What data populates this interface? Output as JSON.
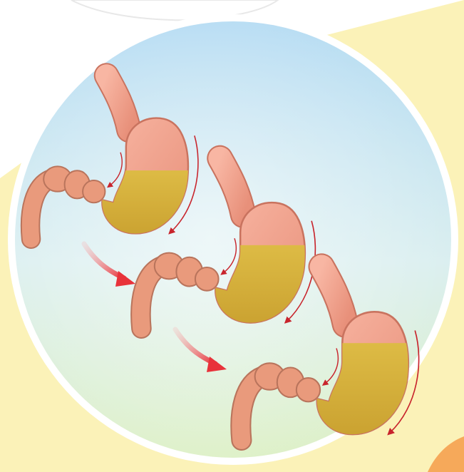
{
  "colors": {
    "background": "#ffffff",
    "yellow_band": "#fbf2b8",
    "circle_top": "#b6dcf3",
    "circle_mid": "#dbeff0",
    "circle_bottom": "#ddf0c6",
    "circle_rim": "#ffffff",
    "stomach_wall": "#f3a58f",
    "stomach_outline": "#c9735f",
    "chyme": "#d8b43c",
    "intestine": "#e99a7c",
    "progress_arrow": "#e8323a",
    "peristalsis_arrow": "#c8242c",
    "corner_accent": "#f6a95a"
  },
  "icons": {
    "stages": [
      "stomach-stage-1-icon",
      "stomach-stage-2-icon",
      "stomach-stage-3-icon"
    ],
    "transitions": [
      "progress-arrow-icon",
      "progress-arrow-icon"
    ]
  },
  "stages": [
    {
      "stage": 1,
      "chyme_level": 0.55
    },
    {
      "stage": 2,
      "chyme_level": 0.65
    },
    {
      "stage": 3,
      "chyme_level": 0.75
    }
  ]
}
